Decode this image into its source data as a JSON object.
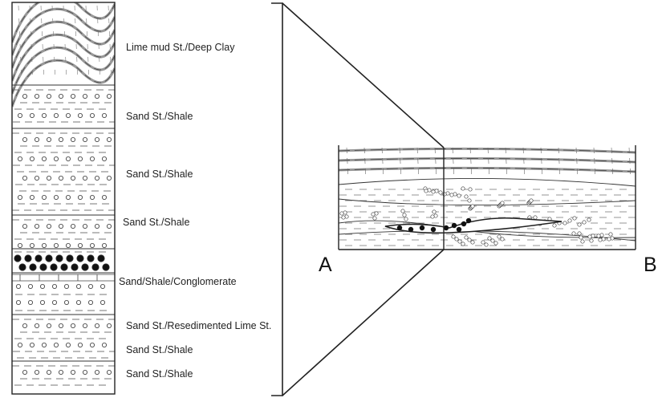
{
  "column": {
    "units": [
      {
        "pattern": "folded-limestone",
        "label": "Lime mud St./Deep Clay"
      },
      {
        "pattern": "sand-shale",
        "label": "Sand St./Shale"
      },
      {
        "pattern": "sand-shale",
        "label": "Sand St./Shale"
      },
      {
        "pattern": "sand-shale",
        "label": "Sand St./Shale"
      },
      {
        "pattern": "conglomerate",
        "label": "Sand/Shale/Conglomerate"
      },
      {
        "pattern": "resedimented-lime",
        "label": "Sand St./Resedimented Lime St."
      },
      {
        "pattern": "sand-shale",
        "label": "Sand St./Shale"
      },
      {
        "pattern": "sand-shale",
        "label": "Sand St./Shale"
      }
    ]
  },
  "section": {
    "left_end": "A",
    "right_end": "B"
  }
}
